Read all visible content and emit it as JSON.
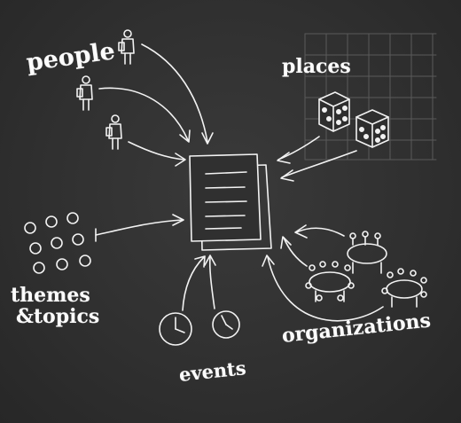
{
  "diagram": {
    "labels": {
      "people": "people",
      "places": "places",
      "themes_line1": "themes",
      "themes_line2": "&topics",
      "events": "events",
      "organizations": "organizations"
    }
  },
  "colors": {
    "board": "#2f2f2f",
    "chalk": "#f2f2f2",
    "grid": "#5a5a5a"
  },
  "icons": [
    "person-icon",
    "dice-icon",
    "circle-dot-icon",
    "clock-icon",
    "meeting-table-icon",
    "document-stack-icon"
  ]
}
